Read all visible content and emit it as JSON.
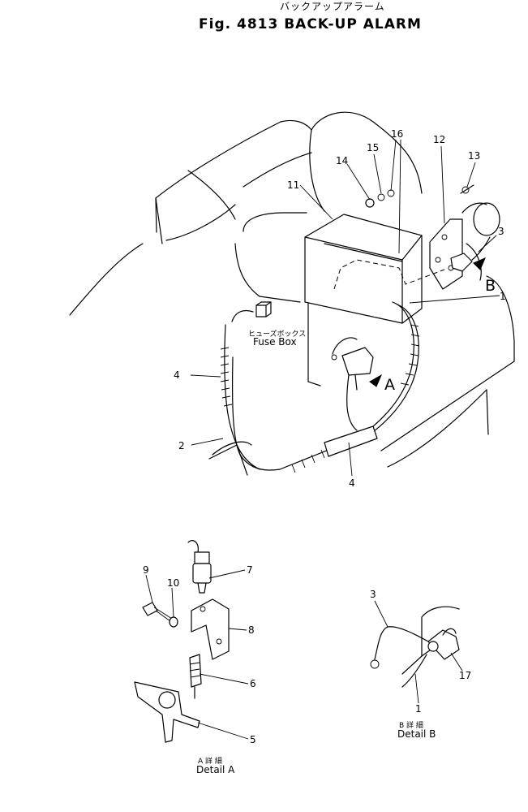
{
  "title": {
    "japanese": "バックアップアラーム",
    "english": "Fig. 4813 BACK-UP ALARM"
  },
  "fuse_box": {
    "japanese": "ヒューズボックス",
    "english": "Fuse Box"
  },
  "detail_a": {
    "japanese": "A 詳 細",
    "english": "Detail A"
  },
  "detail_b": {
    "japanese": "B 詳 細",
    "english": "Detail B"
  },
  "view_markers": {
    "a": "A",
    "b": "B"
  },
  "main_callouts": {
    "n1": "1",
    "n2": "2",
    "n3": "3",
    "n4a": "4",
    "n4b": "4",
    "n11": "11",
    "n12": "12",
    "n13": "13",
    "n14": "14",
    "n15": "15",
    "n16": "16"
  },
  "detail_a_callouts": {
    "n5": "5",
    "n6": "6",
    "n7": "7",
    "n8": "8",
    "n9": "9",
    "n10": "10"
  },
  "detail_b_callouts": {
    "n1": "1",
    "n3": "3",
    "n17": "17"
  }
}
